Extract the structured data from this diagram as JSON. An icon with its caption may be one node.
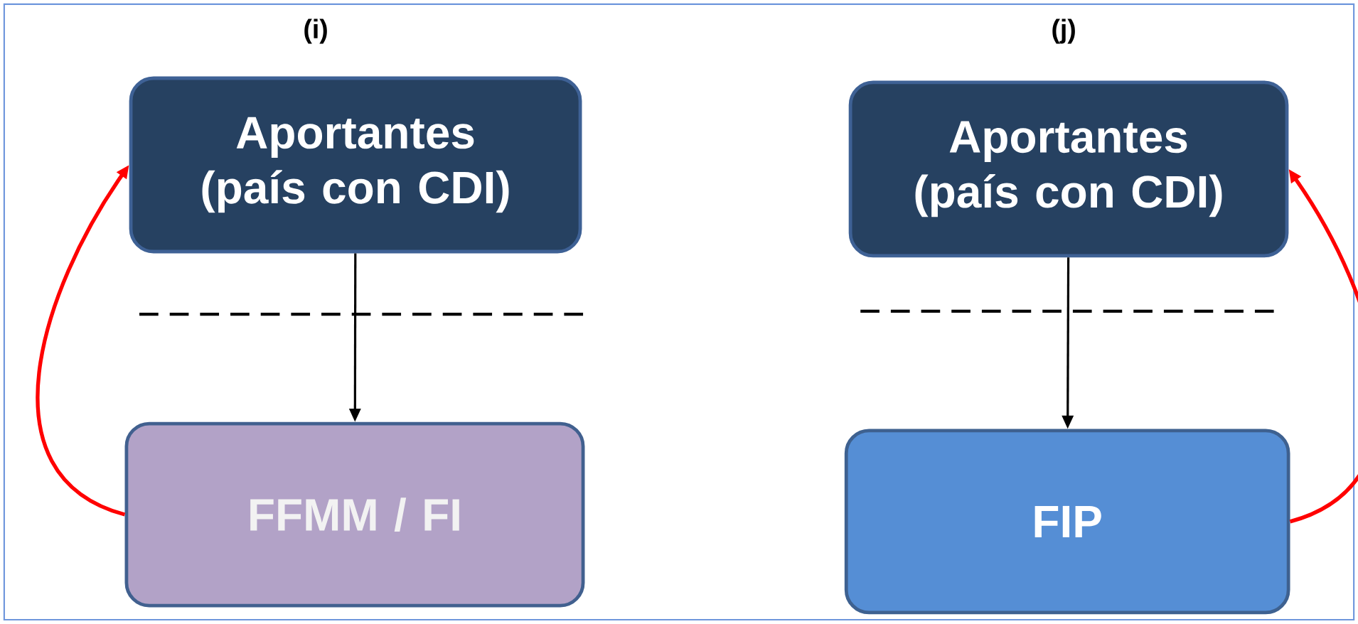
{
  "diagram": {
    "nodes": [
      {
        "text": [
          "Aportantes (país con CDI)"
        ]
      },
      {
        "text": [
          "FFMM / FI"
        ]
      },
      {
        "text": [
          "Aportantes (país con CDI)"
        ]
      },
      {
        "text": [
          "FIP"
        ]
      }
    ],
    "edges": [
      {
        "from": 0,
        "to": 1,
        "arrow": "to"
      },
      {
        "from": 1,
        "to": 0,
        "arrow": "to",
        "color": "#ff0000"
      },
      {
        "from": 2,
        "to": 3,
        "arrow": "to"
      },
      {
        "from": 3,
        "to": 2,
        "arrow": "to",
        "color": "#ff0000"
      }
    ],
    "labels": [
      "(i)",
      "(j)"
    ]
  }
}
